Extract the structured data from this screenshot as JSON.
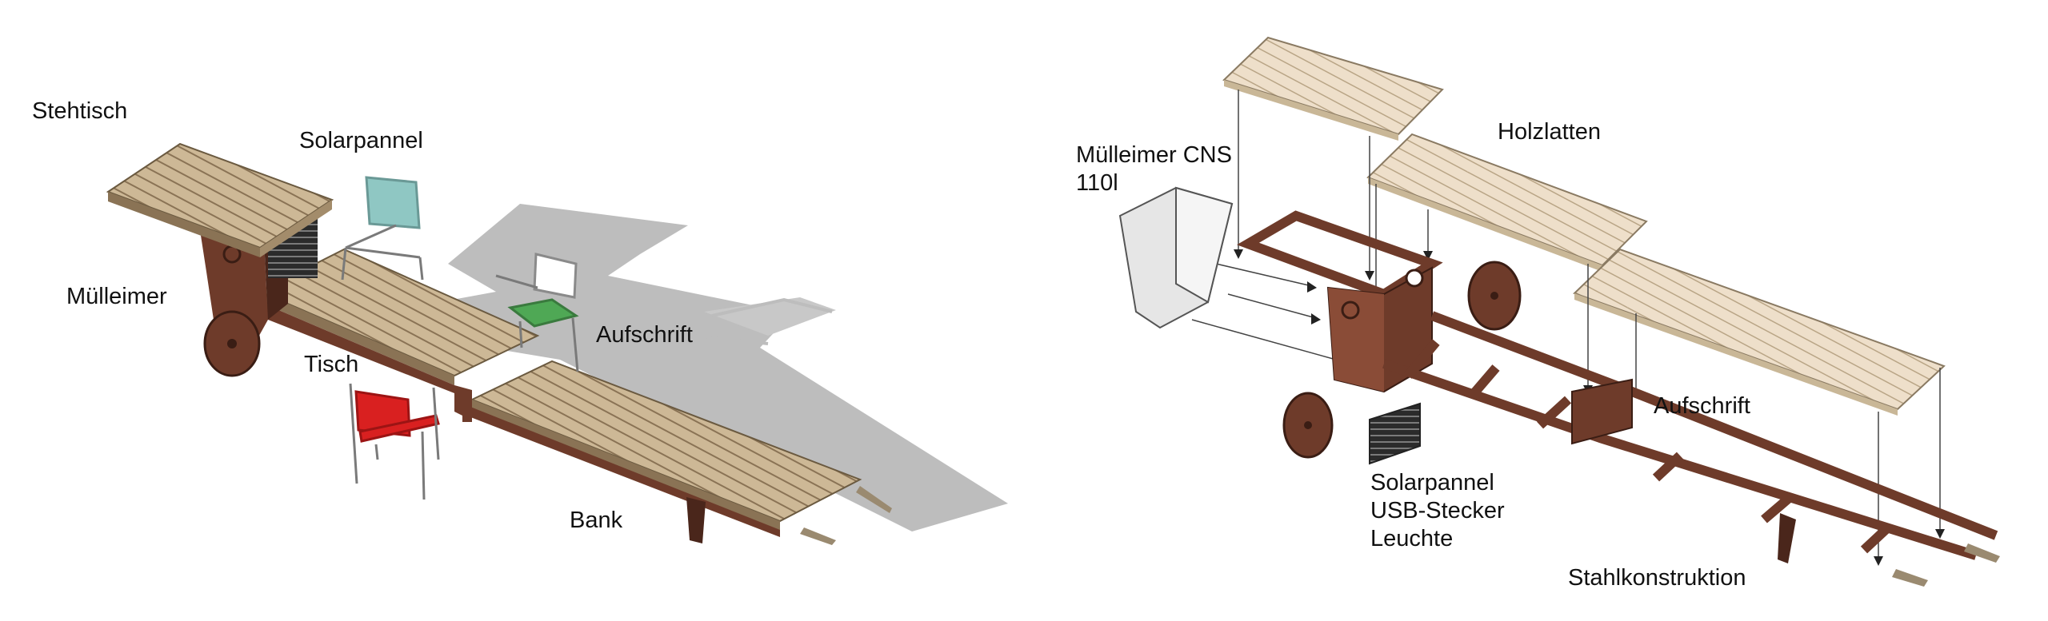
{
  "left_view": {
    "labels": {
      "stehtisch": "Stehtisch",
      "solarpannel": "Solarpannel",
      "muelleimer": "Mülleimer",
      "tisch": "Tisch",
      "aufschrift": "Aufschrift",
      "bank": "Bank"
    }
  },
  "right_view": {
    "labels": {
      "muelleimer_cns_line1": "Mülleimer CNS",
      "muelleimer_cns_line2": "110l",
      "holzlatten": "Holzlatten",
      "aufschrift": "Aufschrift",
      "solarpannel": "Solarpannel",
      "usb_stecker": "USB-Stecker",
      "leuchte": "Leuchte",
      "stahlkonstruktion": "Stahlkonstruktion"
    }
  },
  "colors": {
    "wood": "#cdb896",
    "wood_dark": "#8a7355",
    "wood_light": "#eedfca",
    "steel": "#6e3b2a",
    "steel_dark": "#4a261b",
    "shadow": "#bdbdbd",
    "chair_red": "#d92020",
    "chair_teal": "#8fc7c3",
    "chair_green": "#4fa855"
  }
}
